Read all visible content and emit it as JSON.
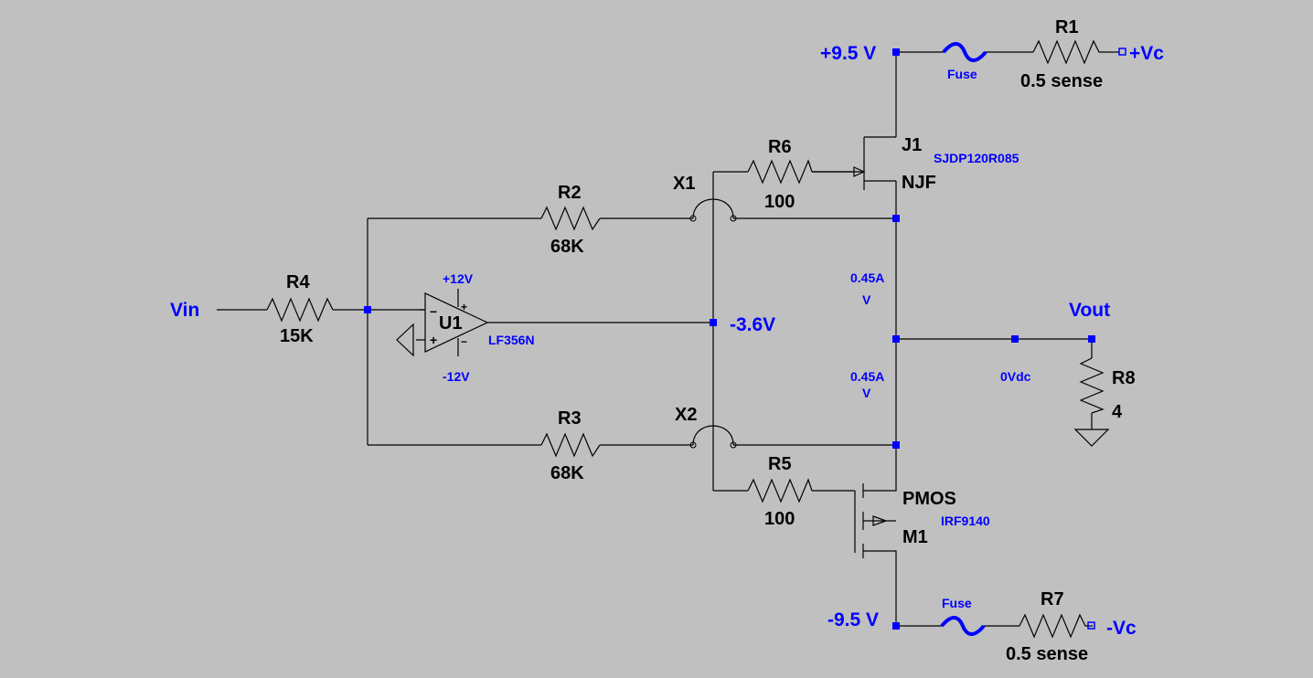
{
  "labels": {
    "vin": "Vin",
    "vout": "Vout",
    "plus_vc": "+Vc",
    "minus_vc": "-Vc",
    "pos_rail": "+9.5 V",
    "neg_rail": "-9.5 V",
    "mid_node": "-3.6V",
    "current_top": "0.45A",
    "current_bottom": "0.45A",
    "arrow_glyph": "V",
    "out_dc": "0Vdc"
  },
  "components": {
    "r1": {
      "name": "R1",
      "value": "0.5 sense"
    },
    "r2": {
      "name": "R2",
      "value": "68K"
    },
    "r3": {
      "name": "R3",
      "value": "68K"
    },
    "r4": {
      "name": "R4",
      "value": "15K"
    },
    "r5": {
      "name": "R5",
      "value": "100"
    },
    "r6": {
      "name": "R6",
      "value": "100"
    },
    "r7": {
      "name": "R7",
      "value": "0.5 sense"
    },
    "r8": {
      "name": "R8",
      "value": "4"
    },
    "u1": {
      "name": "U1",
      "model": "LF356N",
      "vpos": "+12V",
      "vneg": "-12V",
      "in_minus": "−",
      "in_plus": "+"
    },
    "j1": {
      "name": "J1",
      "model": "SJDP120R085",
      "type": "NJF"
    },
    "m1": {
      "name": "M1",
      "model": "IRF9140",
      "type": "PMOS"
    },
    "x1": {
      "name": "X1"
    },
    "x2": {
      "name": "X2"
    },
    "fuse_top": {
      "name": "Fuse"
    },
    "fuse_bottom": {
      "name": "Fuse"
    }
  },
  "colors": {
    "background": "#c0c0c0",
    "wire": "#000000",
    "node": "#0000ff",
    "net_label": "#0000ff"
  }
}
